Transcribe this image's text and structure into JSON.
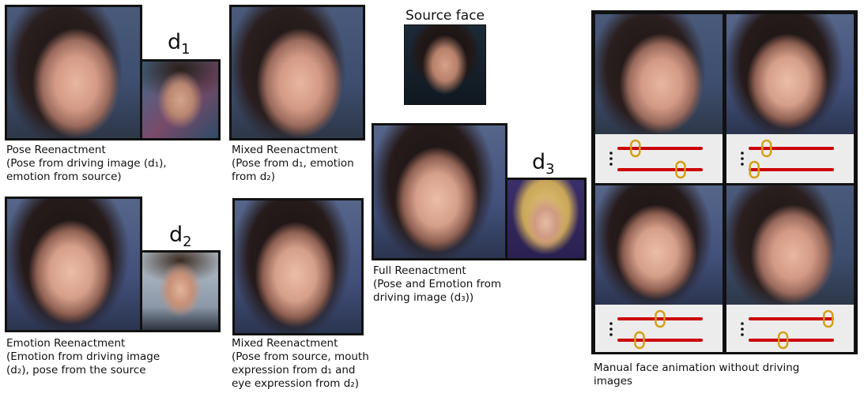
{
  "labels": {
    "d1_text": "d",
    "d1_sub": "1",
    "d2_text": "d",
    "d2_sub": "2",
    "d3_text": "d",
    "d3_sub": "3",
    "source_face": "Source face"
  },
  "captions": {
    "pose": "Pose Reenactment\n(Pose from driving image (d₁),\nemotion from source)",
    "emotion": "Emotion Reenactment\n(Emotion from driving image\n(d₂), pose from the source",
    "mixed1": "Mixed Reenactment\n(Pose from d₁, emotion\nfrom d₂)",
    "mixed2": "Mixed Reenactment\n(Pose from source, mouth\nexpression from d₁ and\neye expression from d₂)",
    "full": "Full Reenactment\n(Pose and Emotion from\ndriving image (d₃))",
    "manual": "Manual face animation without driving\nimages"
  },
  "sliders": [
    {
      "top_knob": 0.2,
      "bottom_knob": 0.75
    },
    {
      "top_knob": 0.2,
      "bottom_knob": 0.05
    },
    {
      "top_knob": 0.5,
      "bottom_knob": 0.25
    },
    {
      "top_knob": 0.95,
      "bottom_knob": 0.4
    }
  ],
  "colors": {
    "slider_line": "#cc0000",
    "slider_knob": "#d4a017",
    "border": "#111111"
  }
}
